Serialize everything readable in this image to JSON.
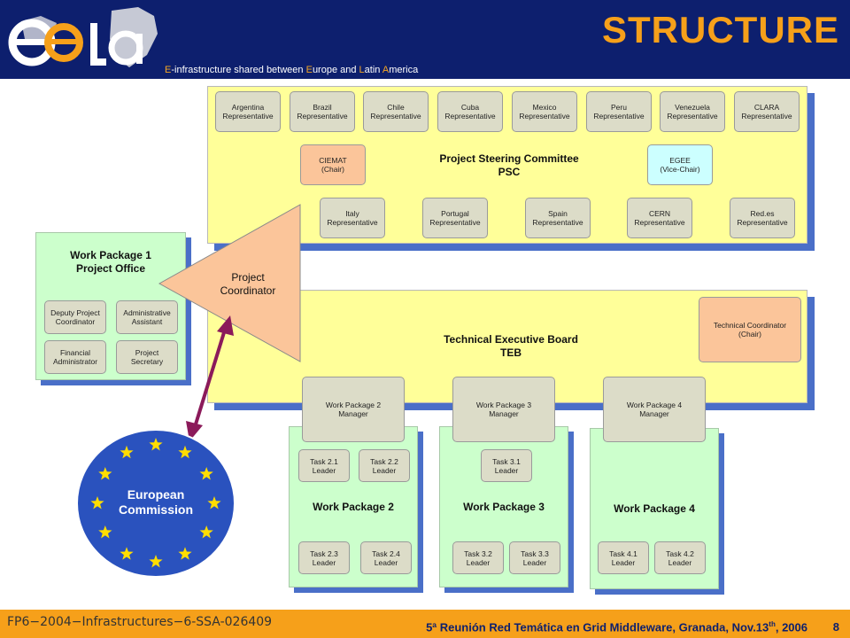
{
  "header": {
    "slogan_parts": [
      "E",
      "-infrastructure shared between ",
      "E",
      "urope and ",
      "L",
      "atin ",
      "A",
      "merica"
    ],
    "title": "STRUCTURE"
  },
  "psc": {
    "top_reps": [
      "Argentina\nRepresentative",
      "Brazil\nRepresentative",
      "Chile\nRepresentative",
      "Cuba\nRepresentative",
      "Mexico\nRepresentative",
      "Peru\nRepresentative",
      "Venezuela\nRepresentative",
      "CLARA\nRepresentative"
    ],
    "chair": "CIEMAT\n(Chair)",
    "vice_chair": "EGEE\n(Vice-Chair)",
    "title": "Project Steering Committee\nPSC",
    "bottom_reps": [
      "Italy\nRepresentative",
      "Portugal\nRepresentative",
      "Spain\nRepresentative",
      "CERN\nRepresentative",
      "Red.es\nRepresentative"
    ]
  },
  "wp1": {
    "title": "Work Package 1\nProject Office",
    "items": [
      "Deputy Project\nCoordinator",
      "Administrative\nAssistant",
      "Financial\nAdministrator",
      "Project\nSecretary"
    ]
  },
  "coordinator": "Project\nCoordinator",
  "teb": {
    "title": "Technical Executive Board\nTEB",
    "tech_coordinator": "Technical Coordinator\n(Chair)"
  },
  "wp2": {
    "manager": "Work Package 2\nManager",
    "title": "Work Package 2",
    "tasks": [
      "Task 2.1\nLeader",
      "Task 2.2\nLeader",
      "Task 2.3\nLeader",
      "Task 2.4\nLeader"
    ]
  },
  "wp3": {
    "manager": "Work Package 3\nManager",
    "title": "Work Package 3",
    "tasks": [
      "Task 3.1\nLeader",
      "Task 3.2\nLeader",
      "Task 3.3\nLeader"
    ]
  },
  "wp4": {
    "manager": "Work Package 4\nManager",
    "title": "Work Package 4",
    "tasks": [
      "Task 4.1\nLeader",
      "Task 4.2\nLeader"
    ]
  },
  "ec": {
    "label": "European\nCommission"
  },
  "footer": {
    "left": "FP6−2004−Infrastructures−6-SSA-026409",
    "right_prefix": "5ª Reunión Red Temática en Grid Middleware, Granada, Nov.13",
    "right_sup": "th",
    "right_suffix": ", 2006",
    "page": "8"
  },
  "colors": {
    "header_bg": "#0d1f6e",
    "accent_orange": "#f6a01a",
    "psc_yellow": "#ffff99",
    "wp_green": "#ccffcc",
    "ec_blue": "#2a52be",
    "arrow": "#8b1a5a"
  }
}
